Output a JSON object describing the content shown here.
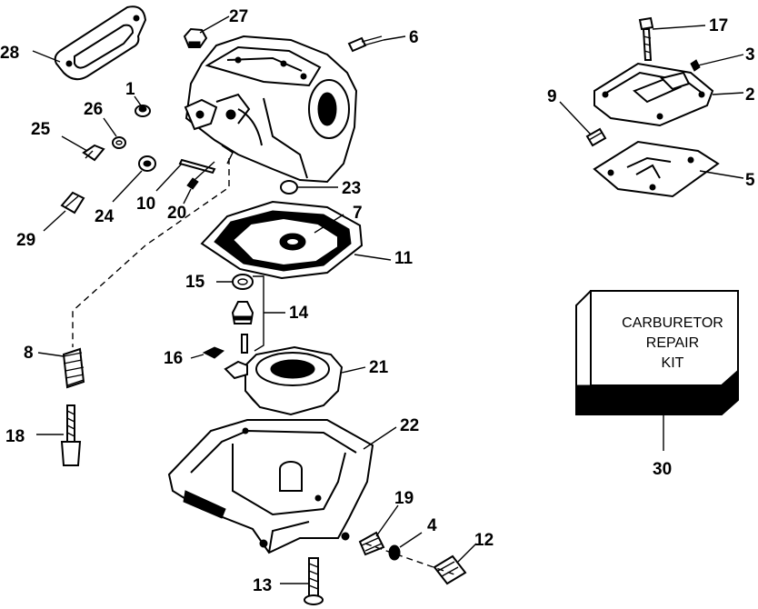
{
  "part_labels": {
    "p1": "1",
    "p2": "2",
    "p3": "3",
    "p4": "4",
    "p5": "5",
    "p6": "6",
    "p7": "7",
    "p8": "8",
    "p9": "9",
    "p10": "10",
    "p11": "11",
    "p12": "12",
    "p13": "13",
    "p14": "14",
    "p15": "15",
    "p16": "16",
    "p17": "17",
    "p18": "18",
    "p19": "19",
    "p20": "20",
    "p21": "21",
    "p22": "22",
    "p23": "23",
    "p24": "24",
    "p25": "25",
    "p26": "26",
    "p27": "27",
    "p28": "28",
    "p29": "29",
    "p30": "30"
  },
  "kit_box": {
    "line1": "CARBURETOR",
    "line2": "REPAIR",
    "line3": "KIT"
  }
}
